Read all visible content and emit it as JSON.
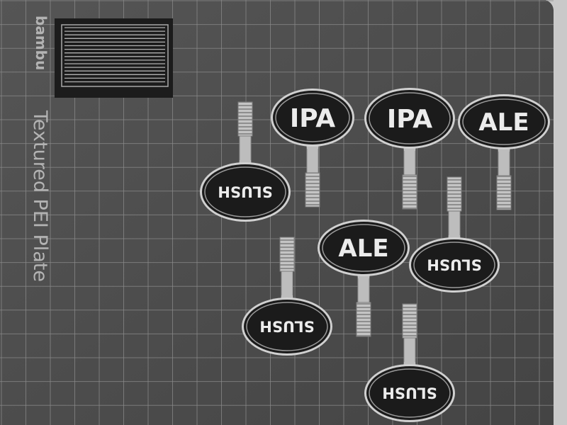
{
  "scene": {
    "plate_label": "Textured PEI Plate",
    "brand_label": "bambu",
    "colors": {
      "background": "#c9c9c9",
      "plate": "#4a4a4a",
      "grid": "#8a8a8a",
      "tag_face": "#1b1b1b",
      "tag_rim": "#d0d0d0",
      "stem": "#bdbdbd",
      "label_text": "#ececec"
    }
  },
  "tags": [
    {
      "id": "tag-ipa-1",
      "label": "IPA",
      "orientation": "upright"
    },
    {
      "id": "tag-ipa-2",
      "label": "IPA",
      "orientation": "upright"
    },
    {
      "id": "tag-ale-1",
      "label": "ALE",
      "orientation": "upright"
    },
    {
      "id": "tag-ale-2",
      "label": "ALE",
      "orientation": "upright"
    },
    {
      "id": "tag-slush-1",
      "label": "SLUSH",
      "orientation": "inverted"
    },
    {
      "id": "tag-slush-2",
      "label": "SLUSH",
      "orientation": "inverted"
    },
    {
      "id": "tag-slush-3",
      "label": "SLUSH",
      "orientation": "inverted"
    },
    {
      "id": "tag-slush-4",
      "label": "SLUSH",
      "orientation": "inverted"
    }
  ]
}
